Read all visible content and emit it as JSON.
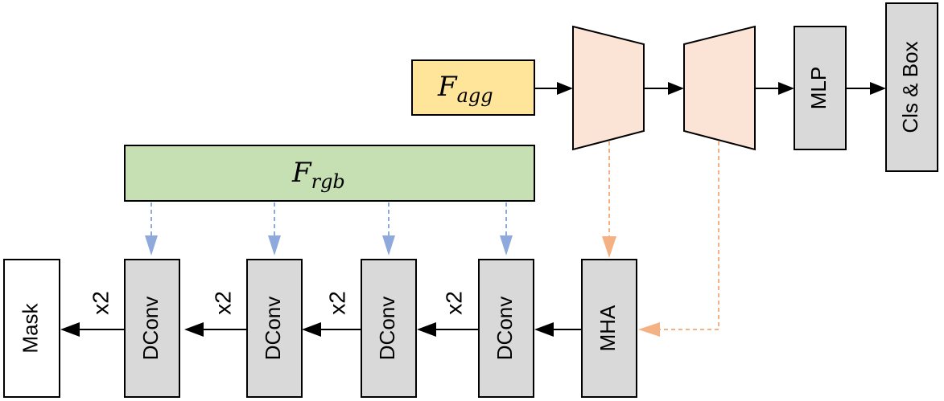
{
  "diagram": {
    "f_agg": {
      "main": "F",
      "sub": "agg"
    },
    "f_rgb": {
      "main": "F",
      "sub": "rgb"
    },
    "mlp_label": "MLP",
    "cls_box_label": "Cls & Box",
    "mha_label": "MHA",
    "dconv_label": "DConv",
    "mask_label": "Mask",
    "upsample_label": "x2",
    "colors": {
      "f_agg_fill": "#FFE599",
      "f_rgb_fill": "#C6E0B4",
      "encoder_fill": "#FBE3D6",
      "gray_block": "#D9D9D9",
      "feature_arrow": "#8EA9DB",
      "attention_arrow": "#F4B183"
    }
  }
}
